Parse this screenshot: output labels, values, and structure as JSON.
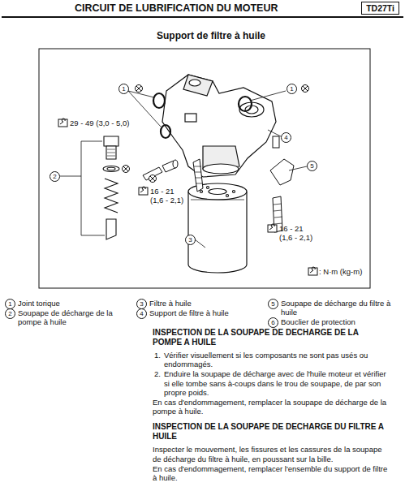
{
  "diagram": {
    "title": "CIRCUIT DE LUBRIFICATION DU MOTEUR",
    "nodes": [
      {
        "text": [
          "TD27Ti"
        ]
      }
    ],
    "labels": [
      "Support de filtre à huile",
      "1",
      "1",
      "2",
      "3",
      "4",
      "5",
      "29 - 49 (3,0 - 5,0)",
      "16 - 21 (1,6 - 2,1)",
      "16 - 21 (1,6 - 2,1)",
      ": N·m (kg-m)",
      "1",
      "Joint torique",
      "2",
      "Soupape de décharge de la pompe à huile",
      "3",
      "Filtre à huile",
      "4",
      "Support de filtre à huile",
      "5",
      "Soupape de décharge du filtre à huile",
      "6",
      "Bouclier de protection",
      "INSPECTION DE LA SOUPAPE DE DECHARGE DE LA POMPE A HUILE",
      "1.",
      "Vérifier visuellement si les composants ne sont pas usés ou endommagés.",
      "2.",
      "Enduire la soupape de décharge avec de l'huile moteur et vérifier si elle tombe sans à-coups dans le trou de soupape, de par son propre poids.",
      "En cas d'endommagement, remplacer la soupape de décharge de la pompe à huile.",
      "INSPECTION DE LA SOUPAPE DE DECHARGE DU FILTRE A HUILE",
      "Inspecter le mouvement, les fissures et les cassures de la soupape de décharge du filtre à huile, en poussant sur la bille.",
      "En cas d'endommagement, remplacer l'ensemble du support de filtre à huile."
    ]
  }
}
